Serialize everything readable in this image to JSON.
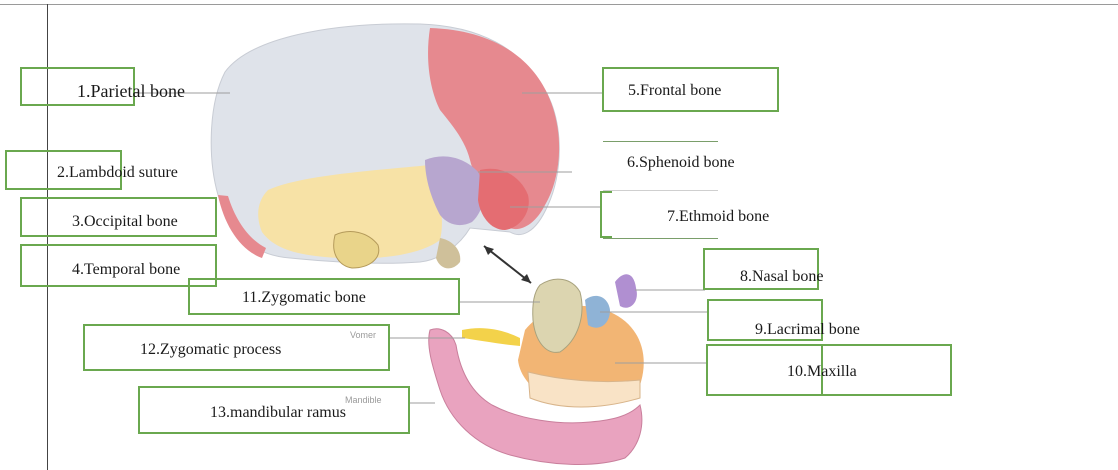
{
  "labels": {
    "parietal": "1.Parietal bone",
    "lambdoid": "2.Lambdoid suture",
    "occipital": "3.Occipital bone",
    "temporal": "4.Temporal bone",
    "frontal": "5.Frontal bone",
    "sphenoid": "6.Sphenoid bone",
    "ethmoid": "7.Ethmoid bone",
    "nasal": "8.Nasal bone",
    "lacrimal": "9.Lacrimal bone",
    "maxilla": "10.Maxilla",
    "zygomatic": "11.Zygomatic bone",
    "zygomatic_process": "12.Zygomatic  process",
    "mandibular_ramus": "13.mandibular ramus"
  },
  "faint_labels": {
    "vomer": "Vomer",
    "mandible": "Mandible"
  },
  "colors": {
    "box_border": "#6aa84f",
    "parietal": "#dfe3ea",
    "frontal": "#e6898f",
    "occipital": "#f7e2a6",
    "sphenoid": "#b7a6cf",
    "mandible": "#e9a3bf",
    "teeth": "#f9e3c6"
  }
}
